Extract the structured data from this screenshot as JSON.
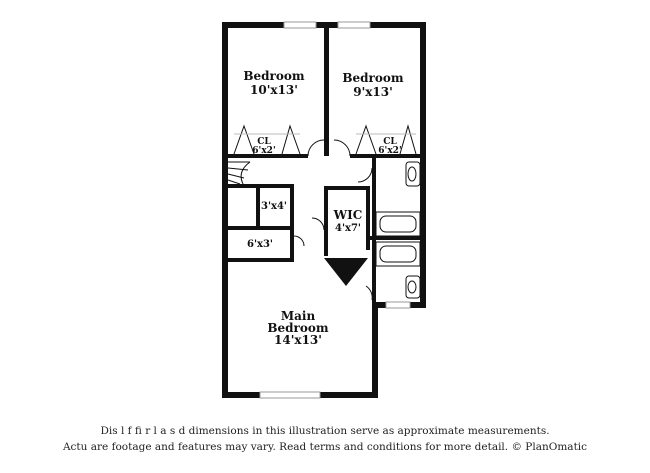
{
  "rooms": {
    "bedroom_left": {
      "name": "Bedroom",
      "dims": "10'x13'"
    },
    "bedroom_right": {
      "name": "Bedroom",
      "dims": "9'x13'"
    },
    "closet_left": {
      "name": "CL",
      "dims": "6'x2'"
    },
    "closet_right": {
      "name": "CL",
      "dims": "6'x2'"
    },
    "closet_3x4": {
      "dims": "3'x4'"
    },
    "wic": {
      "name": "WIC",
      "dims": "4'x7'"
    },
    "closet_6x3": {
      "dims": "6'x3'"
    },
    "main_bedroom": {
      "line1": "Main",
      "line2": "Bedroom",
      "dims": "14'x13'"
    }
  },
  "disclaimer": {
    "line1": "Dis    l     f  fi   r  l  a   s  d dimensions in this illustration serve as approximate measurements.",
    "line2": "Actu   are footage and features may vary. Read terms and conditions for more detail. © PlanOmatic"
  }
}
